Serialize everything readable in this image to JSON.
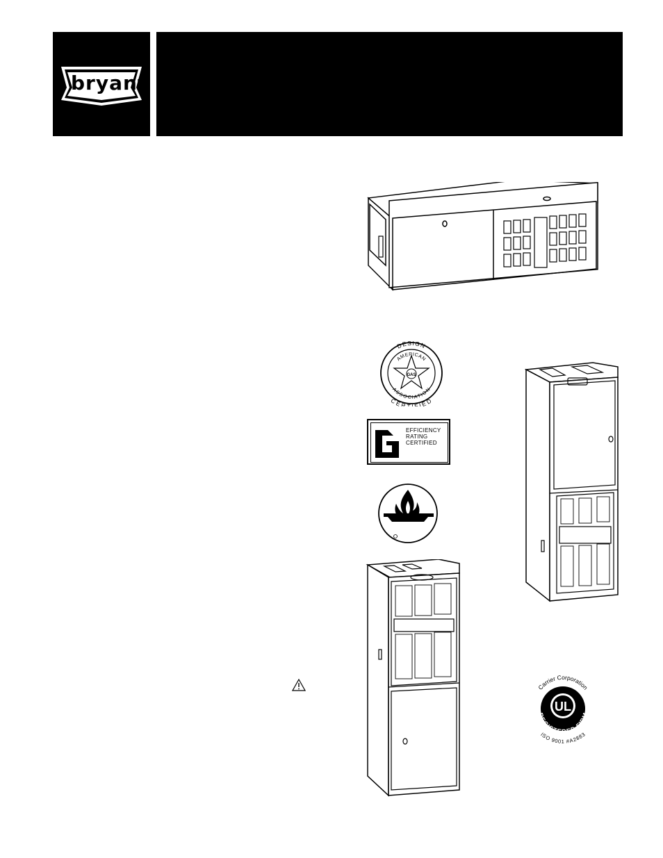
{
  "brand": {
    "logo_text": "bryant"
  },
  "header": {
    "title": ""
  },
  "badges": {
    "aga": {
      "top_text": "DESIGN",
      "upper_arc": "AMERICAN",
      "center": "GAS",
      "lower_arc": "ASSOCIATION",
      "bottom_text": "CERTIFIED"
    },
    "efficiency": {
      "line1": "EFFICIENCY",
      "line2": "RATING",
      "line3": "CERTIFIED"
    },
    "ul": {
      "top_arc": "Carrier Corporation",
      "mark": "UL",
      "registered_arc": "REGISTERED FIRM",
      "bottom_arc": "ISO 9001  #A2883"
    }
  },
  "icons": {
    "warning": "warning-triangle-icon"
  },
  "colors": {
    "black": "#000000",
    "white": "#ffffff"
  }
}
